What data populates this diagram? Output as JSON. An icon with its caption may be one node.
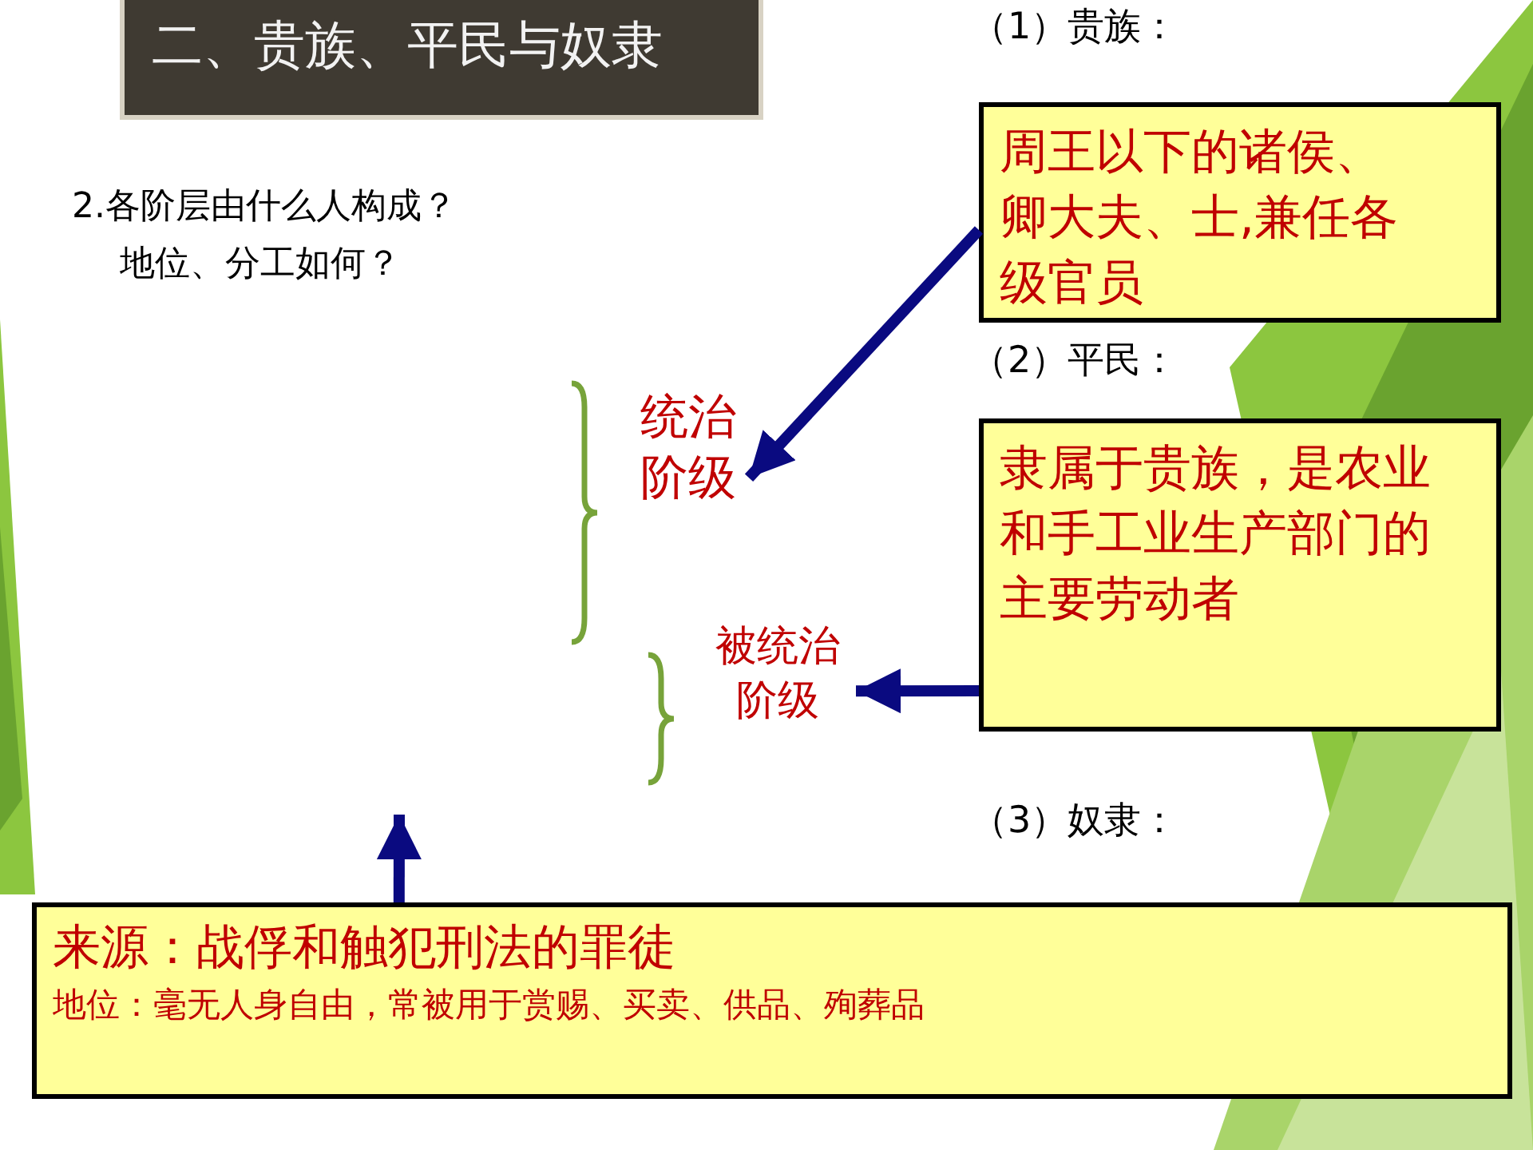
{
  "diagram": {
    "title": "二、贵族、平民与奴隶",
    "nodes": [
      {
        "text": [
          "周王以下的诸侯、卿大夫、士,兼任各级官员"
        ]
      },
      {
        "text": [
          "统治阶级"
        ]
      },
      {
        "text": [
          "隶属于贵族，是农业和手工业生产部门的主要劳动者"
        ]
      },
      {
        "text": [
          "被统治阶级"
        ]
      },
      {
        "text": [
          "来源：战俘和触犯刑法的罪徒",
          "地位：毫无人身自由，常被用于赏赐、买卖、供品、殉葬品"
        ]
      }
    ],
    "edges": [
      {
        "from": 0,
        "to": 1,
        "arrow": "to"
      },
      {
        "from": 2,
        "to": 3,
        "arrow": "to"
      },
      {
        "from": 4,
        "to": null,
        "arrow": "to"
      }
    ],
    "labels": [
      "（1）贵族：",
      "2.各阶层由什么人构成？地位、分工如何？",
      "（2）平民：",
      "（3）奴隶："
    ]
  }
}
